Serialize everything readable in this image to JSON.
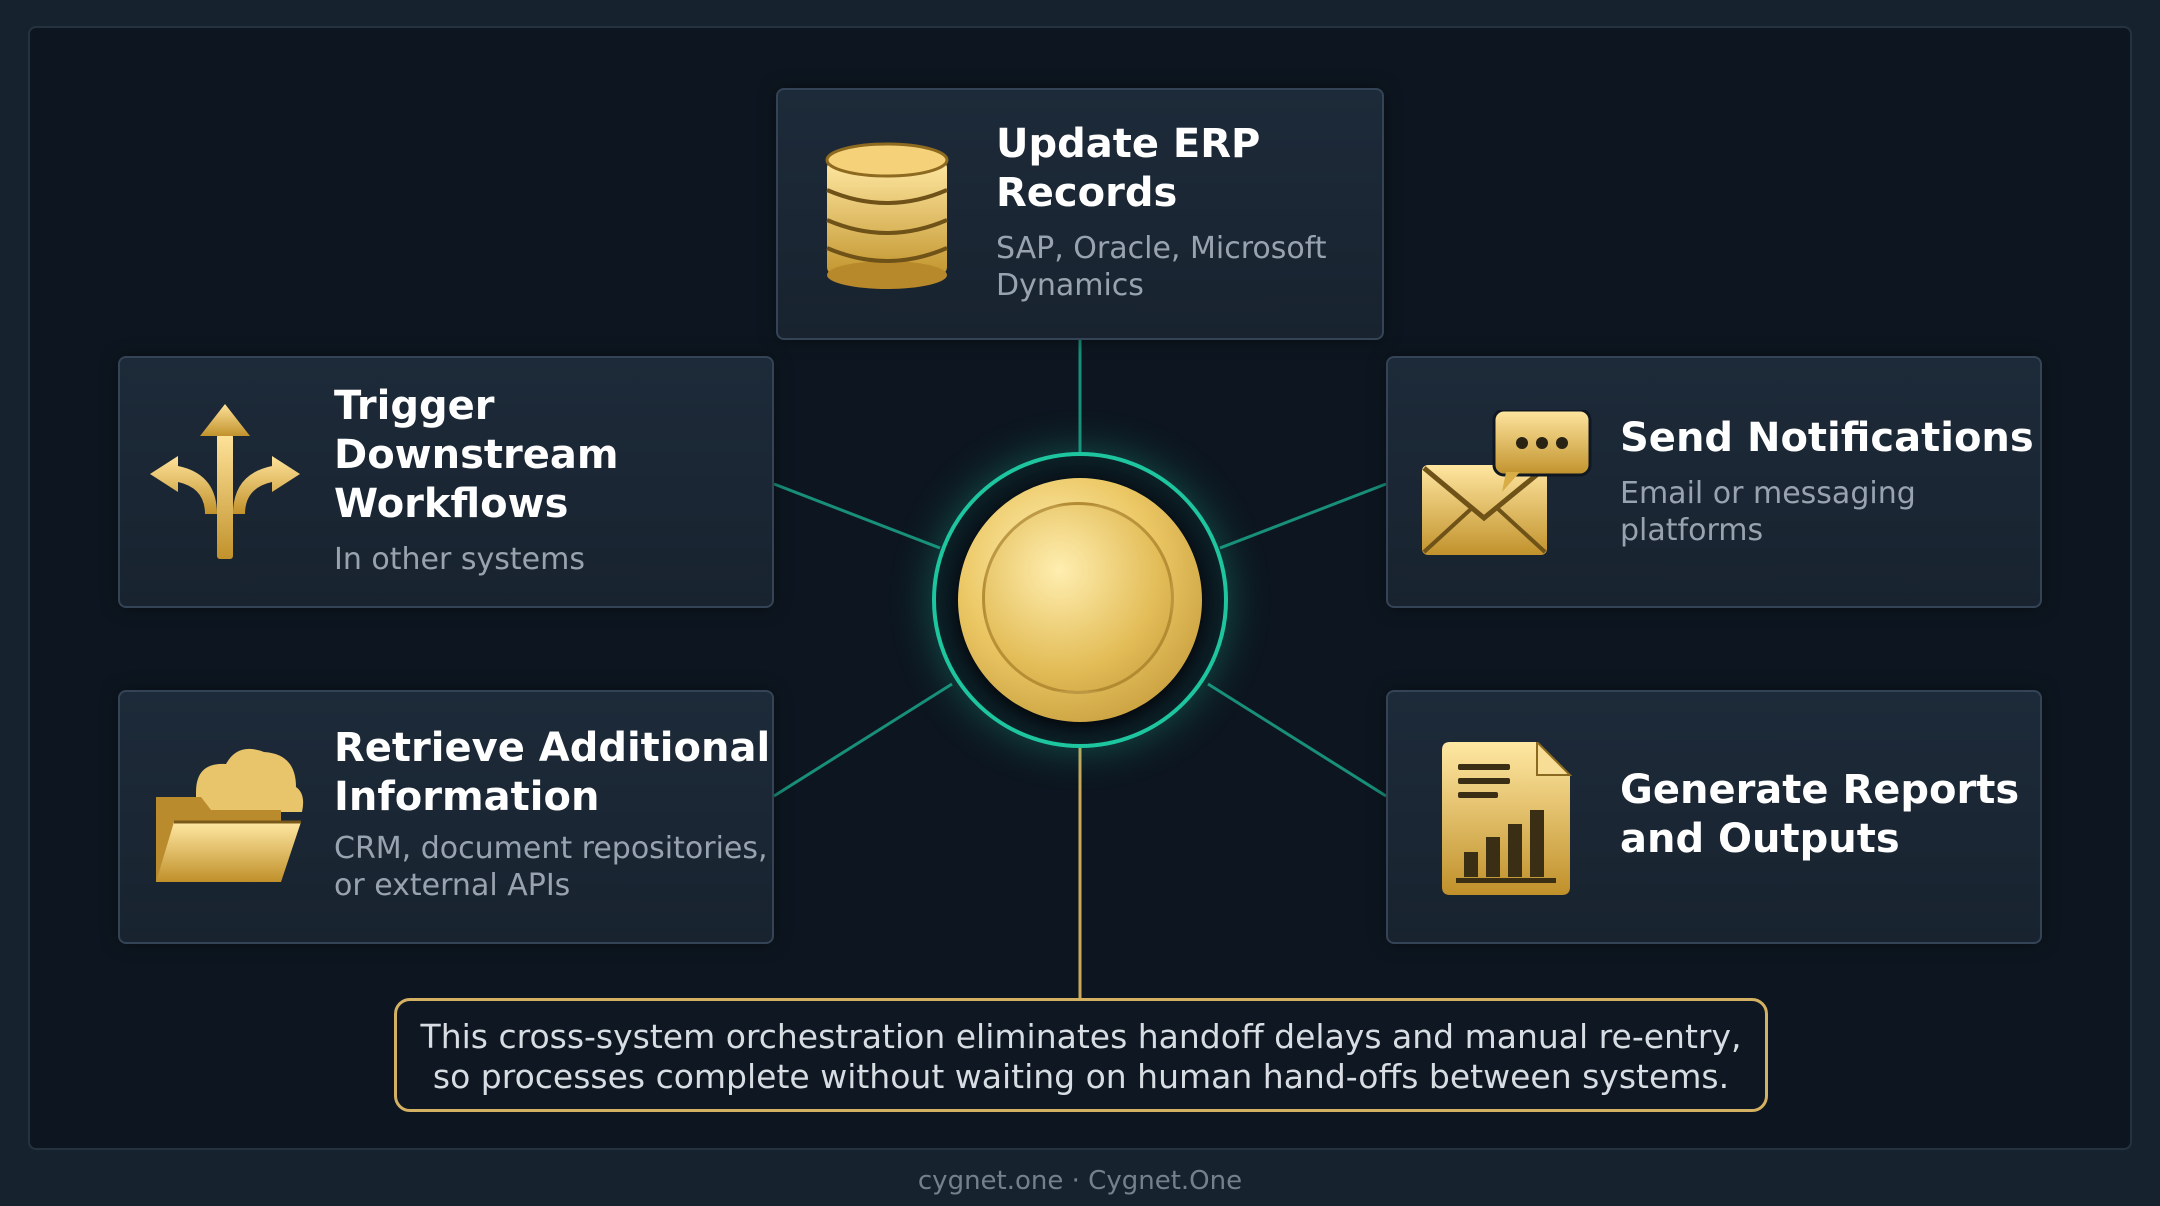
{
  "cards": {
    "erp": {
      "title_line1": "Update ERP",
      "title_line2": "Records",
      "sub_line1": "SAP, Oracle, Microsoft",
      "sub_line2": "Dynamics",
      "icon": "database-icon"
    },
    "trigger": {
      "title_line1": "Trigger",
      "title_line2": "Downstream",
      "title_line3": "Workflows",
      "sub_line1": "In other systems",
      "icon": "branching-arrows-icon"
    },
    "notify": {
      "title_line1": "Send Notifications",
      "sub_line1": "Email or messaging",
      "sub_line2": "platforms",
      "icon": "envelope-chat-icon"
    },
    "retrieve": {
      "title_line1": "Retrieve Additional",
      "title_line2": "Information",
      "sub_line1": "CRM, document repositories,",
      "sub_line2": "or external APIs",
      "icon": "cloud-folder-icon"
    },
    "reports": {
      "title_line1": "Generate Reports",
      "title_line2": "and Outputs",
      "icon": "report-chart-icon"
    }
  },
  "hub": {
    "icon": "gold-coin-icon"
  },
  "summary": {
    "line1": "This cross-system orchestration eliminates handoff delays and manual re-entry,",
    "line2": "so processes complete without waiting on human hand-offs between systems."
  },
  "footer": "cygnet.one · Cygnet.One",
  "colors": {
    "accent_gold": "#d4b063",
    "accent_teal": "#1ec6a0",
    "background": "#0d1620"
  }
}
